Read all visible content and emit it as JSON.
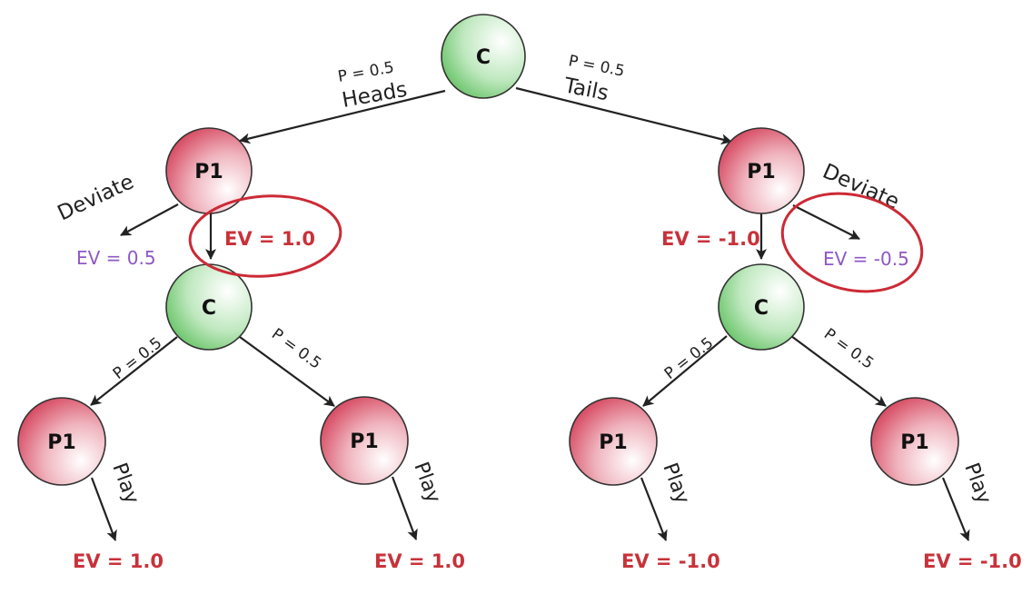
{
  "colors": {
    "chance_node": "#8fd48f",
    "player_node": "#d9546a",
    "ev_highlight": "#c8323a",
    "ev_deviate": "#8e58c4",
    "edge": "#222222"
  },
  "nodes": {
    "root": "C",
    "left_p1": "P1",
    "right_p1": "P1",
    "left_chance": "C",
    "right_chance": "C",
    "ll_p1": "P1",
    "lr_p1": "P1",
    "rl_p1": "P1",
    "rr_p1": "P1"
  },
  "edges": {
    "heads_prob": "P = 0.5",
    "heads_label": "Heads",
    "tails_prob": "P = 0.5",
    "tails_label": "Tails",
    "left_deviate": "Deviate",
    "right_deviate": "Deviate",
    "left_chance_left_prob": "P = 0.5",
    "left_chance_right_prob": "P = 0.5",
    "right_chance_left_prob": "P = 0.5",
    "right_chance_right_prob": "P = 0.5",
    "play_1": "Play",
    "play_2": "Play",
    "play_3": "Play",
    "play_4": "Play"
  },
  "values": {
    "left_deviate_ev": "EV = 0.5",
    "left_play_ev": "EV = 1.0",
    "right_deviate_ev": "EV = -0.5",
    "right_play_ev": "EV = -1.0",
    "leaf_1_ev": "EV = 1.0",
    "leaf_2_ev": "EV = 1.0",
    "leaf_3_ev": "EV = -1.0",
    "leaf_4_ev": "EV = -1.0"
  }
}
